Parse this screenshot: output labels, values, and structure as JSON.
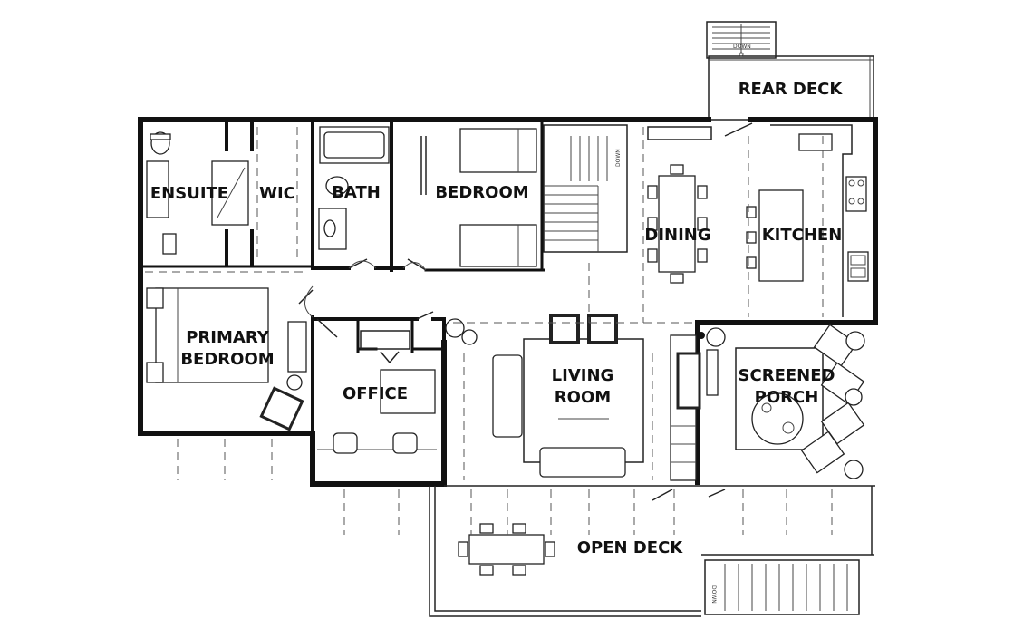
{
  "rooms": {
    "rear_deck": "REAR DECK",
    "ensuite": "ENSUITE",
    "wic": "WIC",
    "bath": "BATH",
    "bedroom": "BEDROOM",
    "dining": "DINING",
    "kitchen": "KITCHEN",
    "primary_bedroom_l1": "PRIMARY",
    "primary_bedroom_l2": "BEDROOM",
    "office": "OFFICE",
    "living_room_l1": "LIVING",
    "living_room_l2": "ROOM",
    "screened_porch_l1": "SCREENED",
    "screened_porch_l2": "PORCH",
    "open_deck": "OPEN DECK"
  },
  "stairs": {
    "rear_down": "DOWN",
    "interior_down": "DOWN",
    "deck_down": "DOWN"
  }
}
